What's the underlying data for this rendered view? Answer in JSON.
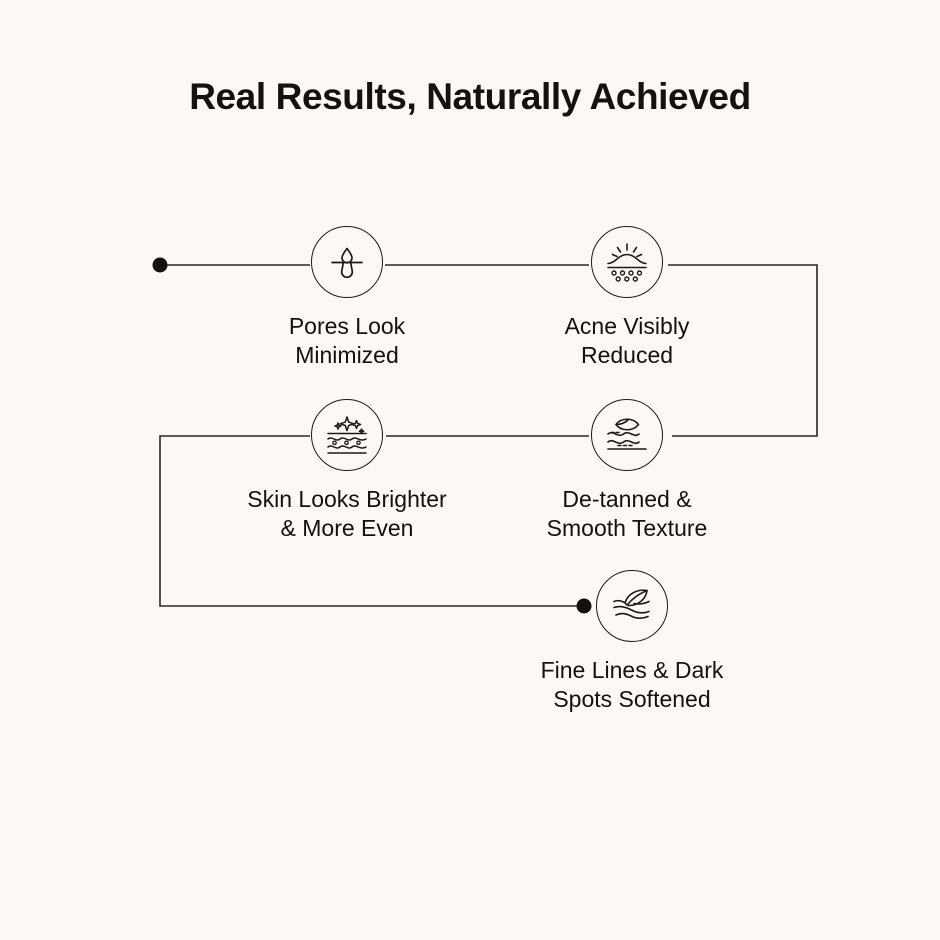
{
  "page": {
    "background_color": "#fdf8f3",
    "ink_color": "#14110f",
    "title": "Real Results, Naturally Achieved"
  },
  "flow": {
    "nodes": [
      {
        "id": "pores",
        "icon": "pore-droplet-icon",
        "label": "Pores Look\nMinimized"
      },
      {
        "id": "acne",
        "icon": "acne-bump-icon",
        "label": "Acne Visibly\nReduced"
      },
      {
        "id": "brighter",
        "icon": "sparkle-skin-layers-icon",
        "label": "Skin Looks Brighter\n& More Even"
      },
      {
        "id": "detanned",
        "icon": "leaf-waves-icon",
        "label": "De-tanned &\nSmooth Texture"
      },
      {
        "id": "finelines",
        "icon": "leaf-fine-lines-icon",
        "label": "Fine Lines & Dark\nSpots Softened"
      }
    ],
    "connector_color": "#2b2724",
    "start_marker": "filled-dot",
    "end_marker": "filled-dot"
  }
}
